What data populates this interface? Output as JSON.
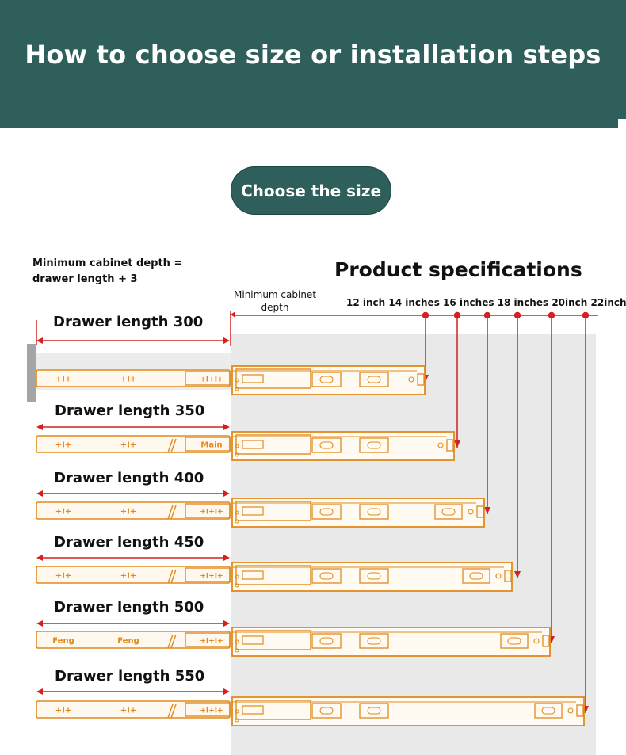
{
  "header": {
    "title": "How to choose size or installation steps"
  },
  "button": {
    "label": "Choose the size"
  },
  "formula": {
    "line1": "Minimum cabinet depth =",
    "line2": "drawer length + 3"
  },
  "spec": {
    "title": "Product specifications",
    "cabinet_depth_line1": "Minimum cabinet",
    "cabinet_depth_line2": "depth",
    "sizes_text": "12 inch 14 inches 16 inches 18 inches 20inch 22inch"
  },
  "rows": [
    {
      "label": "Drawer length 300",
      "marks": [
        "+I+",
        "+I+",
        "+I+I+"
      ]
    },
    {
      "label": "Drawer length 350",
      "marks": [
        "+I+",
        "+I+",
        "Main"
      ]
    },
    {
      "label": "Drawer length 400",
      "marks": [
        "+I+",
        "+I+",
        "+I+I+"
      ]
    },
    {
      "label": "Drawer length 450",
      "marks": [
        "+I+",
        "+I+",
        "+I+I+"
      ]
    },
    {
      "label": "Drawer length 500",
      "marks": [
        "Feng",
        "Feng",
        "+I+I+"
      ]
    },
    {
      "label": "Drawer length 550",
      "marks": [
        "+I+",
        "+I+",
        "+I+I+"
      ]
    }
  ],
  "colors": {
    "teal": "#2e5f5a",
    "orange": "#e08a1e",
    "red": "#d42020",
    "cabinet": "#e9e9e9"
  }
}
